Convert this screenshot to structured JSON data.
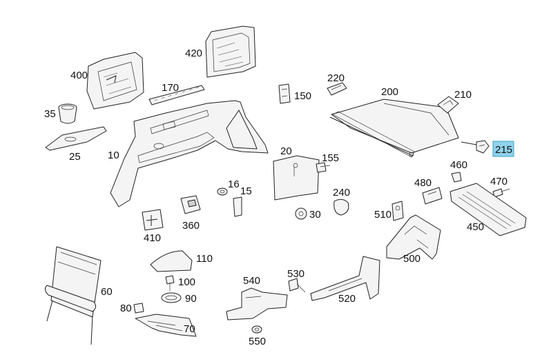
{
  "labels": {
    "p10": "10",
    "p15": "15",
    "p16": "16",
    "p20": "20",
    "p25": "25",
    "p30": "30",
    "p35": "35",
    "p60": "60",
    "p70": "70",
    "p80": "80",
    "p90": "90",
    "p100": "100",
    "p110": "110",
    "p150": "150",
    "p155": "155",
    "p170": "170",
    "p200": "200",
    "p210": "210",
    "p215": "215",
    "p220": "220",
    "p240": "240",
    "p360": "360",
    "p400": "400",
    "p410": "410",
    "p420": "420",
    "p450": "450",
    "p460": "460",
    "p470": "470",
    "p480": "480",
    "p500": "500",
    "p510": "510",
    "p520": "520",
    "p530": "530",
    "p540": "540",
    "p550": "550"
  },
  "highlighted_part": "215",
  "colors": {
    "highlight": "#8fd3ea",
    "line": "#1f1f1f",
    "background": "#ffffff"
  }
}
